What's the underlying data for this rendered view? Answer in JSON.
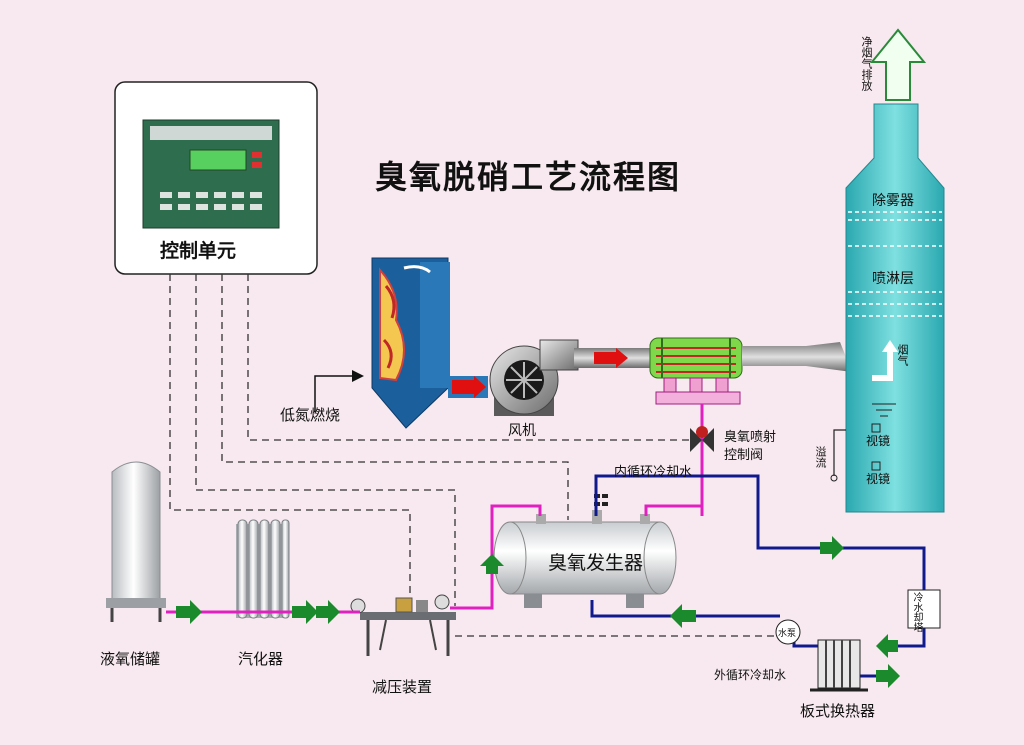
{
  "title": "臭氧脱硝工艺流程图",
  "control_unit": {
    "label": "控制单元"
  },
  "boiler": {
    "label": "低氮燃烧"
  },
  "fan": {
    "label": "风机"
  },
  "ozone_valve": {
    "label_line1": "臭氧喷射",
    "label_line2": "控制阀"
  },
  "inner_cooling": {
    "label": "内循环冷却水"
  },
  "ozone_generator": {
    "label": "臭氧发生器"
  },
  "liquid_oxygen_tank": {
    "label": "液氧储罐"
  },
  "vaporizer": {
    "label": "汽化器"
  },
  "pressure_reducer": {
    "label": "减压装置"
  },
  "tower": {
    "demister": "除雾器",
    "spray_layer": "喷淋层",
    "flue_gas": "烟气",
    "sight_glass_1": "视镜",
    "sight_glass_2": "视镜",
    "overflow": "溢流",
    "exhaust": "净烟气排放"
  },
  "cooling_tower": {
    "label": "冷水却塔"
  },
  "pump": {
    "label": "水泵"
  },
  "outer_cooling": {
    "label": "外循环冷却水"
  },
  "plate_heat_exchanger": {
    "label": "板式换热器"
  },
  "colors": {
    "background": "#f7e9ef",
    "oxygen_line": "#e020c0",
    "water_line": "#101a8c",
    "arrow": "#1a8a2c",
    "gas_arrow": "#e01010",
    "tower": "#4cc8c8"
  }
}
